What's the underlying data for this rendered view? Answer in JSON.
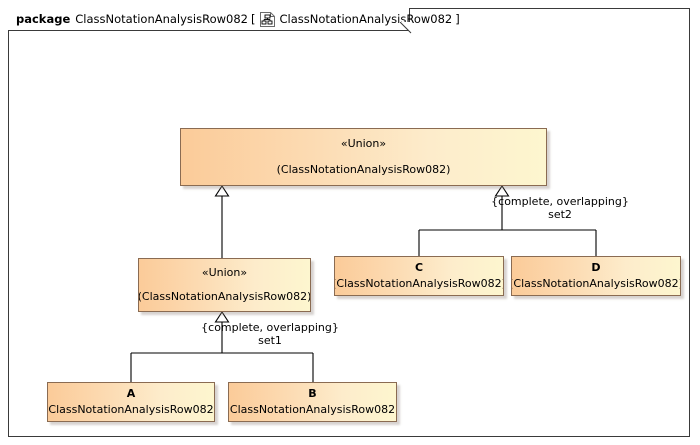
{
  "package": {
    "keyword": "package",
    "name": "ClassNotationAnalysisRow082",
    "bracket_open": "[",
    "bracket_close": "]",
    "diagram_icon": "class-diagram-icon",
    "diagram_name": "ClassNotationAnalysisRow082"
  },
  "palette": {
    "box_gradient_start": "#FBCB99",
    "box_gradient_end": "#FDF6CF",
    "box_border": "#8A6B52",
    "frame_border": "#3A3A3A",
    "connector_line": "#000000",
    "canvas_background": "#FFFFFF"
  },
  "classes": [
    {
      "id": "union-top",
      "stereotype": "«Union»",
      "name": "",
      "qualifier": "(ClassNotationAnalysisRow082)"
    },
    {
      "id": "union-mid",
      "stereotype": "«Union»",
      "name": "",
      "qualifier": "(ClassNotationAnalysisRow082)"
    },
    {
      "id": "c",
      "stereotype": "",
      "name": "C",
      "qualifier": "(ClassNotationAnalysisRow082)"
    },
    {
      "id": "d",
      "stereotype": "",
      "name": "D",
      "qualifier": "(ClassNotationAnalysisRow082)"
    },
    {
      "id": "a",
      "stereotype": "",
      "name": "A",
      "qualifier": "(ClassNotationAnalysisRow082)"
    },
    {
      "id": "b",
      "stereotype": "",
      "name": "B",
      "qualifier": "(ClassNotationAnalysisRow082)"
    }
  ],
  "generalization_sets": [
    {
      "id": "set1",
      "constraint": "{complete, overlapping}",
      "name": "set1"
    },
    {
      "id": "set2",
      "constraint": "{complete, overlapping}",
      "name": "set2"
    }
  ]
}
